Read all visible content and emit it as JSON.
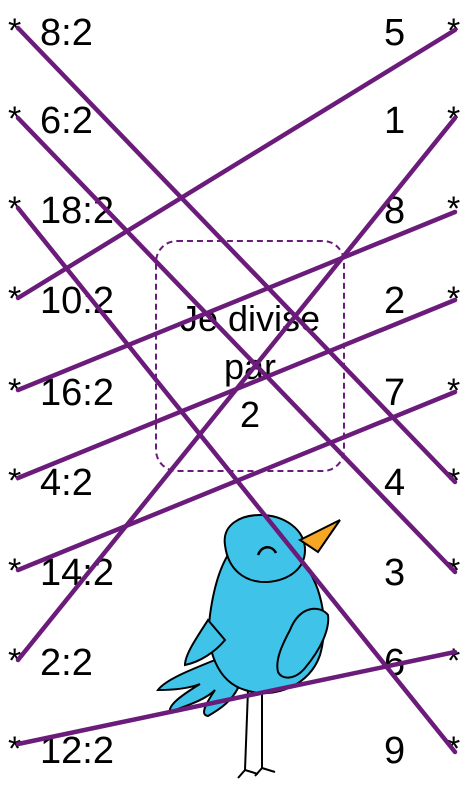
{
  "rows": [
    {
      "star_left": "*",
      "expression": "8:2",
      "answer": "5",
      "star_right": "*"
    },
    {
      "star_left": "*",
      "expression": "6:2",
      "answer": "1",
      "star_right": "*"
    },
    {
      "star_left": "*",
      "expression": "18:2",
      "answer": "8",
      "star_right": "*"
    },
    {
      "star_left": "*",
      "expression": "10:2",
      "answer": "2",
      "star_right": "*"
    },
    {
      "star_left": "*",
      "expression": "16:2",
      "answer": "7",
      "star_right": "*"
    },
    {
      "star_left": "*",
      "expression": "4:2",
      "answer": "4",
      "star_right": "*"
    },
    {
      "star_left": "*",
      "expression": "14:2",
      "answer": "3",
      "star_right": "*"
    },
    {
      "star_left": "*",
      "expression": "2:2",
      "answer": "6",
      "star_right": "*"
    },
    {
      "star_left": "*",
      "expression": "12:2",
      "answer": "9",
      "star_right": "*"
    }
  ],
  "center": {
    "line1": "Je divise",
    "line2": "par",
    "line3": "2"
  },
  "colors": {
    "line": "#6b1c7a",
    "bird_body": "#3fc3e8",
    "bird_beak": "#f5a623",
    "box_border": "#6b1c7a"
  }
}
